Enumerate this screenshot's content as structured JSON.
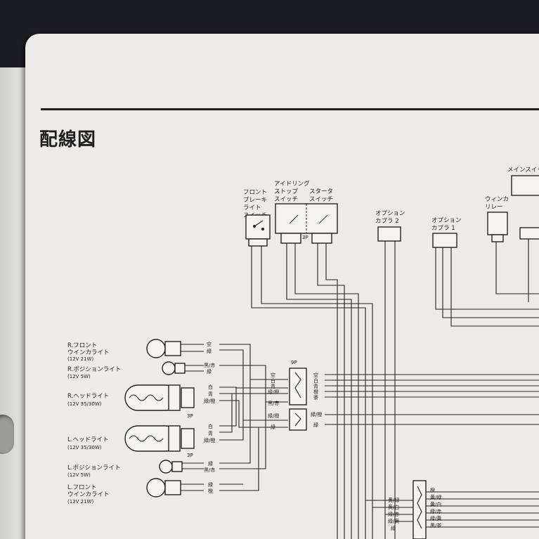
{
  "page_title": "配線図",
  "switches": {
    "front_brake": [
      "フロント",
      "ブレーキ",
      "ライト",
      "スイッチ"
    ],
    "idle_stop": [
      "アイドリング",
      "ストップ",
      "スイッチ"
    ],
    "starter": [
      "スタータ",
      "スイッチ"
    ],
    "option_coupler_2": [
      "オプション",
      "カプラ 2"
    ],
    "option_coupler_1": [
      "オプション",
      "カプラ 1"
    ],
    "winker_relay": [
      "ウィンカ",
      "リレー"
    ],
    "main_switch": "メインスイッチ"
  },
  "lamps": [
    {
      "lines": [
        "R.フロント",
        "ウインカライト",
        "(12V 21W)"
      ],
      "wires": [
        "空",
        "緑"
      ]
    },
    {
      "lines": [
        "R.ポジションライト",
        "(12V 5W)"
      ],
      "wires": [
        "黒/赤",
        "緑"
      ]
    },
    {
      "lines": [
        "R.ヘッドライト",
        "(12V 35/30W)"
      ],
      "wires": [
        "白",
        "青",
        "緑/橙"
      ]
    },
    {
      "lines": [
        "L.ヘッドライト",
        "(12V 35/30W)"
      ],
      "wires": [
        "白",
        "青",
        "緑/橙"
      ]
    },
    {
      "lines": [
        "L.ポジションライト",
        "(12V 5W)"
      ],
      "wires": [
        "緑",
        "黒/赤"
      ]
    },
    {
      "lines": [
        "L.フロント",
        "ウインカライト",
        "(12V 21W)"
      ],
      "wires": [
        "緑",
        "橙"
      ]
    }
  ],
  "connector_left_labels": [
    "空",
    "白",
    "青",
    "緑/橙",
    "黒/赤",
    "緑/橙",
    "緑"
  ],
  "connector_right_labels": [
    "空",
    "白",
    "青",
    "橙",
    "茶",
    "緑/橙",
    "緑"
  ],
  "bottom_block_labels": [
    "黄/緑",
    "黄/白",
    "緑/赤",
    "緑/黄",
    "緑"
  ],
  "bottom_block_right_labels": [
    "橙",
    "黄/緑",
    "黄/白",
    "緑/赤",
    "緑/黄",
    "黒/茶"
  ],
  "codes": {
    "p3": "3P",
    "p9": "9P"
  }
}
